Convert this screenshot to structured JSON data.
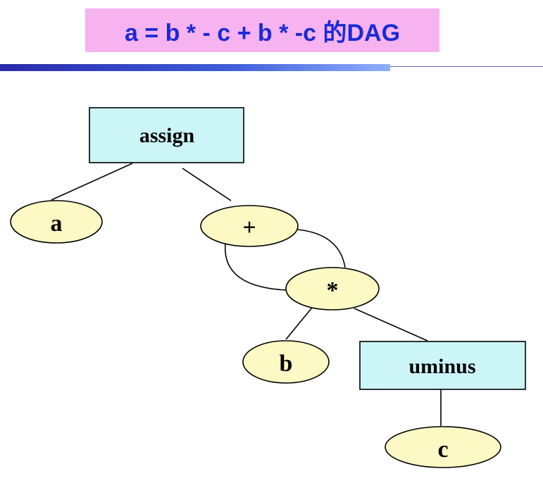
{
  "title": "a = b * - c + b * -c 的DAG",
  "nodes": {
    "assign": "assign",
    "a": "a",
    "plus": "+",
    "star": "*",
    "b": "b",
    "uminus": "uminus",
    "c": "c"
  },
  "colors": {
    "title_background": "#f7b2f0",
    "title_text": "#1a2ad6",
    "rect_node_fill": "#ccf5f8",
    "ellipse_node_fill": "#fdf9c4"
  }
}
